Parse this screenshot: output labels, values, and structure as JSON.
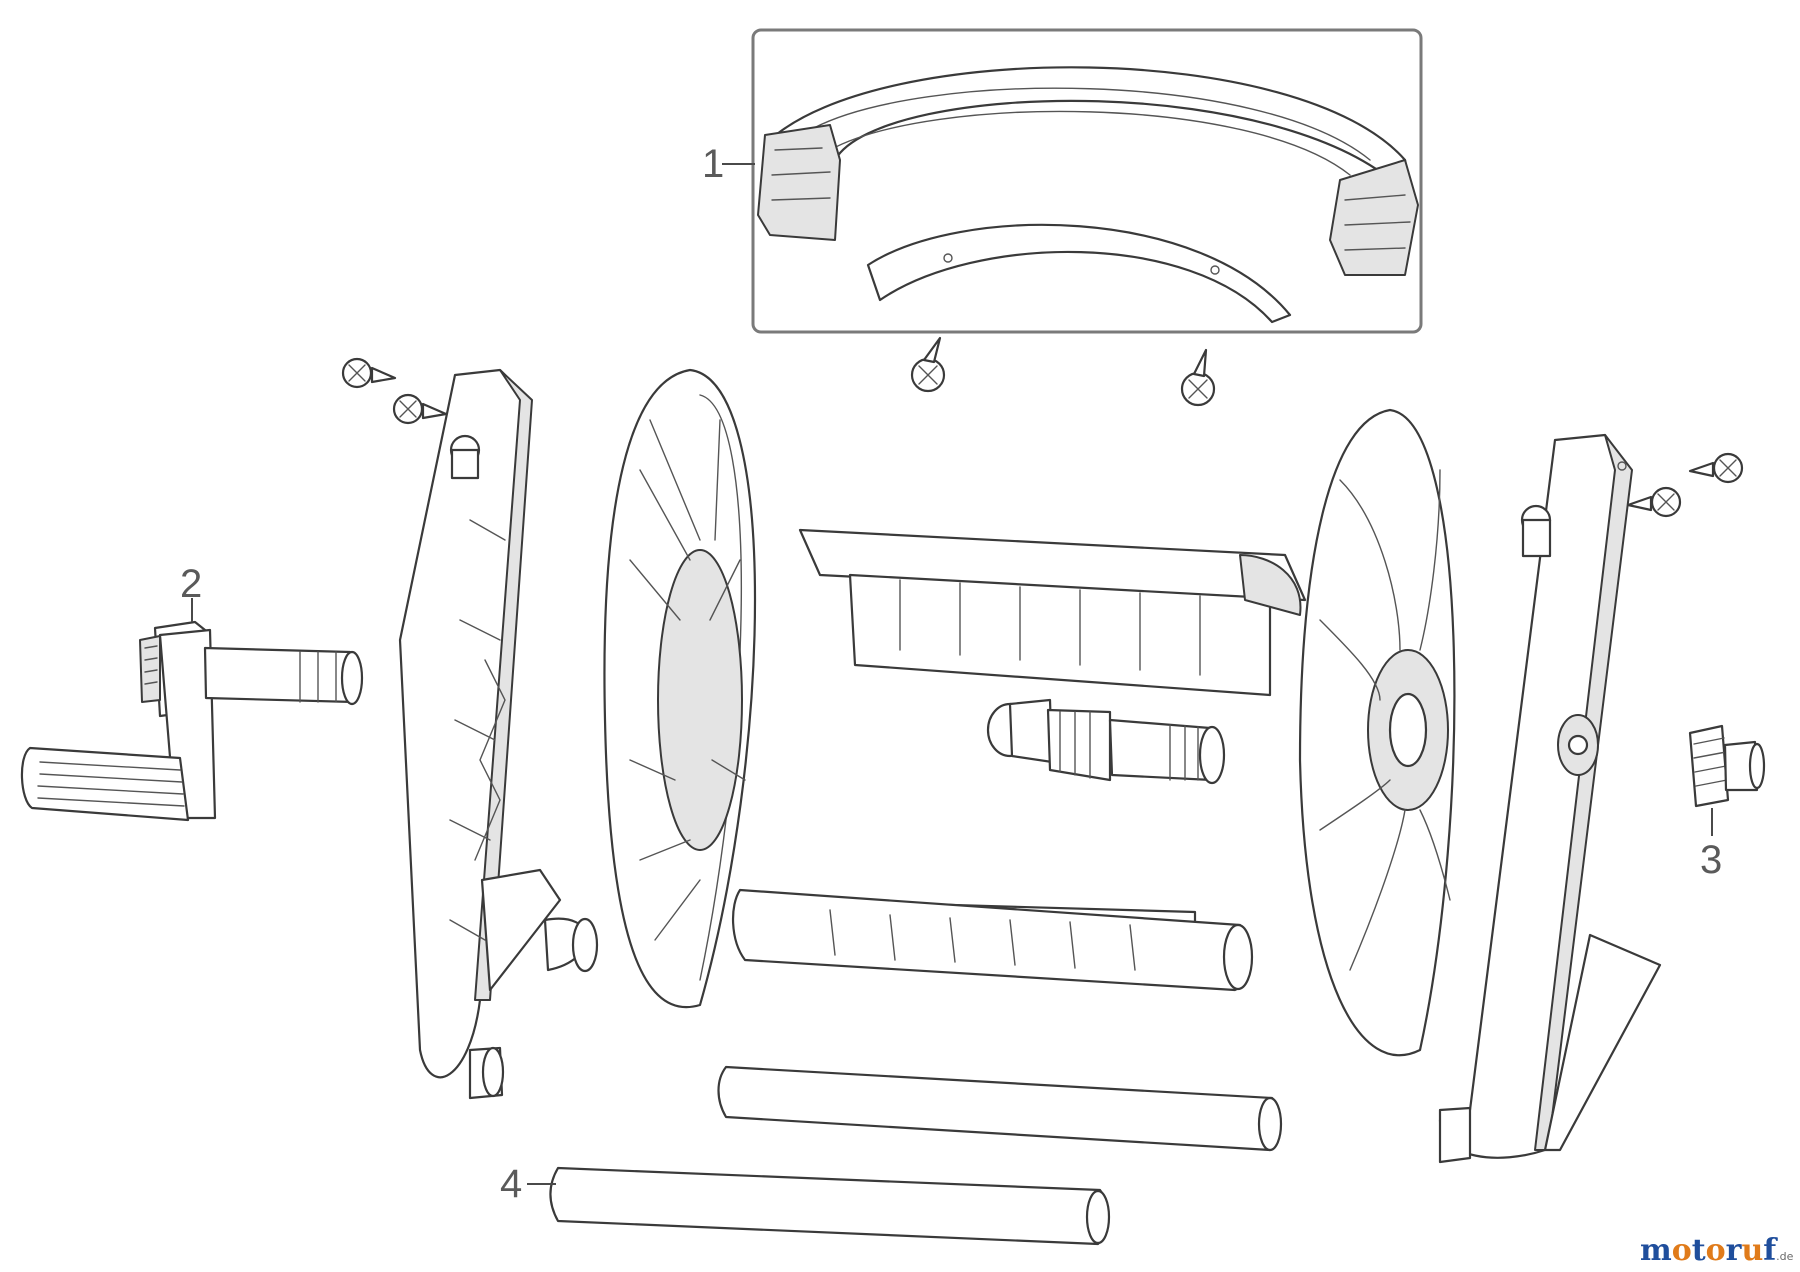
{
  "callouts": [
    {
      "id": "1",
      "label": "1"
    },
    {
      "id": "2",
      "label": "2"
    },
    {
      "id": "3",
      "label": "3"
    },
    {
      "id": "4",
      "label": "4"
    }
  ],
  "watermark": {
    "brand": "motoruf",
    "tld": ".de",
    "colors": {
      "primary": "#1f4e9c",
      "accent": "#e07b1a"
    }
  },
  "colors": {
    "line": "#3a3a3a",
    "background": "#ffffff",
    "callout_text": "#5a5a5a"
  },
  "parts": [
    {
      "id": 1,
      "name": "handle assembly with cover strip",
      "icon": "handle-icon"
    },
    {
      "id": 2,
      "name": "crank handle with shaft",
      "icon": "crank-icon"
    },
    {
      "id": 3,
      "name": "hose connector nipple",
      "icon": "connector-icon"
    },
    {
      "id": 4,
      "name": "axle tube",
      "icon": "tube-icon"
    }
  ]
}
